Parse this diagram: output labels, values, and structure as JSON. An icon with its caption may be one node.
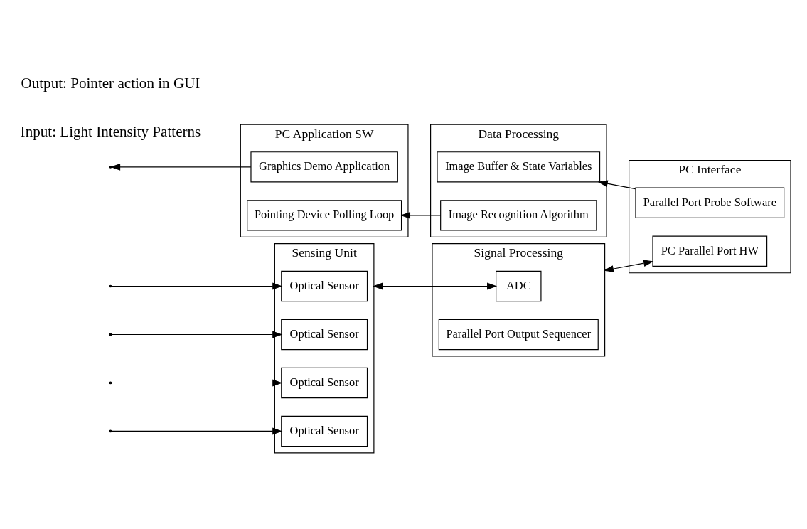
{
  "diagram": {
    "nodes": [
      {
        "text": [
          "Sensing Unit"
        ]
      },
      {
        "text": [
          "Optical Sensor"
        ],
        "in": 0
      },
      {
        "text": [
          "Optical Sensor"
        ],
        "in": 0
      },
      {
        "text": [
          "Optical Sensor"
        ],
        "in": 0
      },
      {
        "text": [
          "Optical Sensor"
        ],
        "in": 0
      },
      {
        "text": [
          "Signal Processing"
        ]
      },
      {
        "text": [
          "ADC"
        ],
        "in": 5
      },
      {
        "text": [
          "Parallel Port Output Sequencer"
        ],
        "in": 5
      },
      {
        "text": [
          "PC Application SW"
        ]
      },
      {
        "text": [
          "Graphics Demo Application"
        ],
        "in": 8
      },
      {
        "text": [
          "Pointing Device Polling Loop"
        ],
        "in": 8
      },
      {
        "text": [
          "Data Processing"
        ]
      },
      {
        "text": [
          "Image Buffer & State Variables"
        ],
        "in": 11
      },
      {
        "text": [
          "Image Recognition Algorithm"
        ],
        "in": 11
      },
      {
        "text": [
          "PC Interface"
        ]
      },
      {
        "text": [
          "PC Parallel Port HW"
        ],
        "in": 14
      },
      {
        "text": [
          "Parallel Port Probe Software"
        ],
        "in": 14
      }
    ],
    "edges": [
      {
        "from": null,
        "to": 1,
        "arrow": "to"
      },
      {
        "from": null,
        "to": 2,
        "arrow": "to"
      },
      {
        "from": null,
        "to": 3,
        "arrow": "to"
      },
      {
        "from": null,
        "to": 4,
        "arrow": "to"
      },
      {
        "from": 0,
        "to": 6,
        "arrow": "both"
      },
      {
        "from": 5,
        "to": 15,
        "arrow": "both"
      },
      {
        "from": 16,
        "to": 12,
        "arrow": "to"
      },
      {
        "from": 13,
        "to": 10,
        "arrow": "to"
      },
      {
        "from": 9,
        "to": null,
        "arrow": "to"
      }
    ],
    "labels": [
      "Input: Light Intensity Patterns",
      "Output: Pointer action in GUI"
    ]
  }
}
